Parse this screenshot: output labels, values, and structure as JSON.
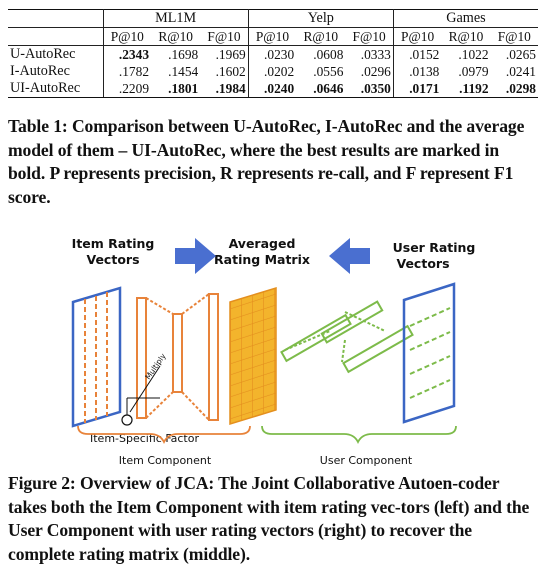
{
  "table": {
    "groups": [
      "ML1M",
      "Yelp",
      "Games"
    ],
    "metrics": [
      "P@10",
      "R@10",
      "F@10"
    ],
    "rows": [
      {
        "label": "U-AutoRec",
        "values": [
          ".2343",
          ".1698",
          ".1969",
          ".0230",
          ".0608",
          ".0333",
          ".0152",
          ".1022",
          ".0265"
        ],
        "bold": [
          true,
          false,
          false,
          false,
          false,
          false,
          false,
          false,
          false
        ]
      },
      {
        "label": "I-AutoRec",
        "values": [
          ".1782",
          ".1454",
          ".1602",
          ".0202",
          ".0556",
          ".0296",
          ".0138",
          ".0979",
          ".0241"
        ],
        "bold": [
          false,
          false,
          false,
          false,
          false,
          false,
          false,
          false,
          false
        ]
      },
      {
        "label": "UI-AutoRec",
        "values": [
          ".2209",
          ".1801",
          ".1984",
          ".0240",
          ".0646",
          ".0350",
          ".0171",
          ".1192",
          ".0298"
        ],
        "bold": [
          false,
          true,
          true,
          true,
          true,
          true,
          true,
          true,
          true
        ]
      }
    ]
  },
  "table_caption": "Table 1: Comparison between U-AutoRec, I-AutoRec and the average model of them – UI-AutoRec, where the best results are marked in bold. P represents precision, R represents re-call, and F represent F1 score.",
  "figure": {
    "item_rating_vectors": [
      "Item Rating",
      "Vectors"
    ],
    "averaged_rating_matrix": [
      "Averaged",
      "Rating Matrix"
    ],
    "user_rating_vectors": [
      "User Rating",
      "Vectors"
    ],
    "multiply": "Multiply",
    "item_specific_factor": "Item-Specific Factor",
    "item_component": "Item Component",
    "user_component": "User Component",
    "colors": {
      "item": "#e8833a",
      "user": "#7dbb4a",
      "vector_box": "#3b66c4",
      "arrow": "#4a6fd0",
      "matrix": "#f3b42c"
    }
  },
  "figure_caption": "Figure 2: Overview of JCA: The Joint Collaborative Autoen-coder takes both the Item Component with item rating vec-tors (left) and the User Component with user rating vectors (right) to recover the complete rating matrix (middle)."
}
